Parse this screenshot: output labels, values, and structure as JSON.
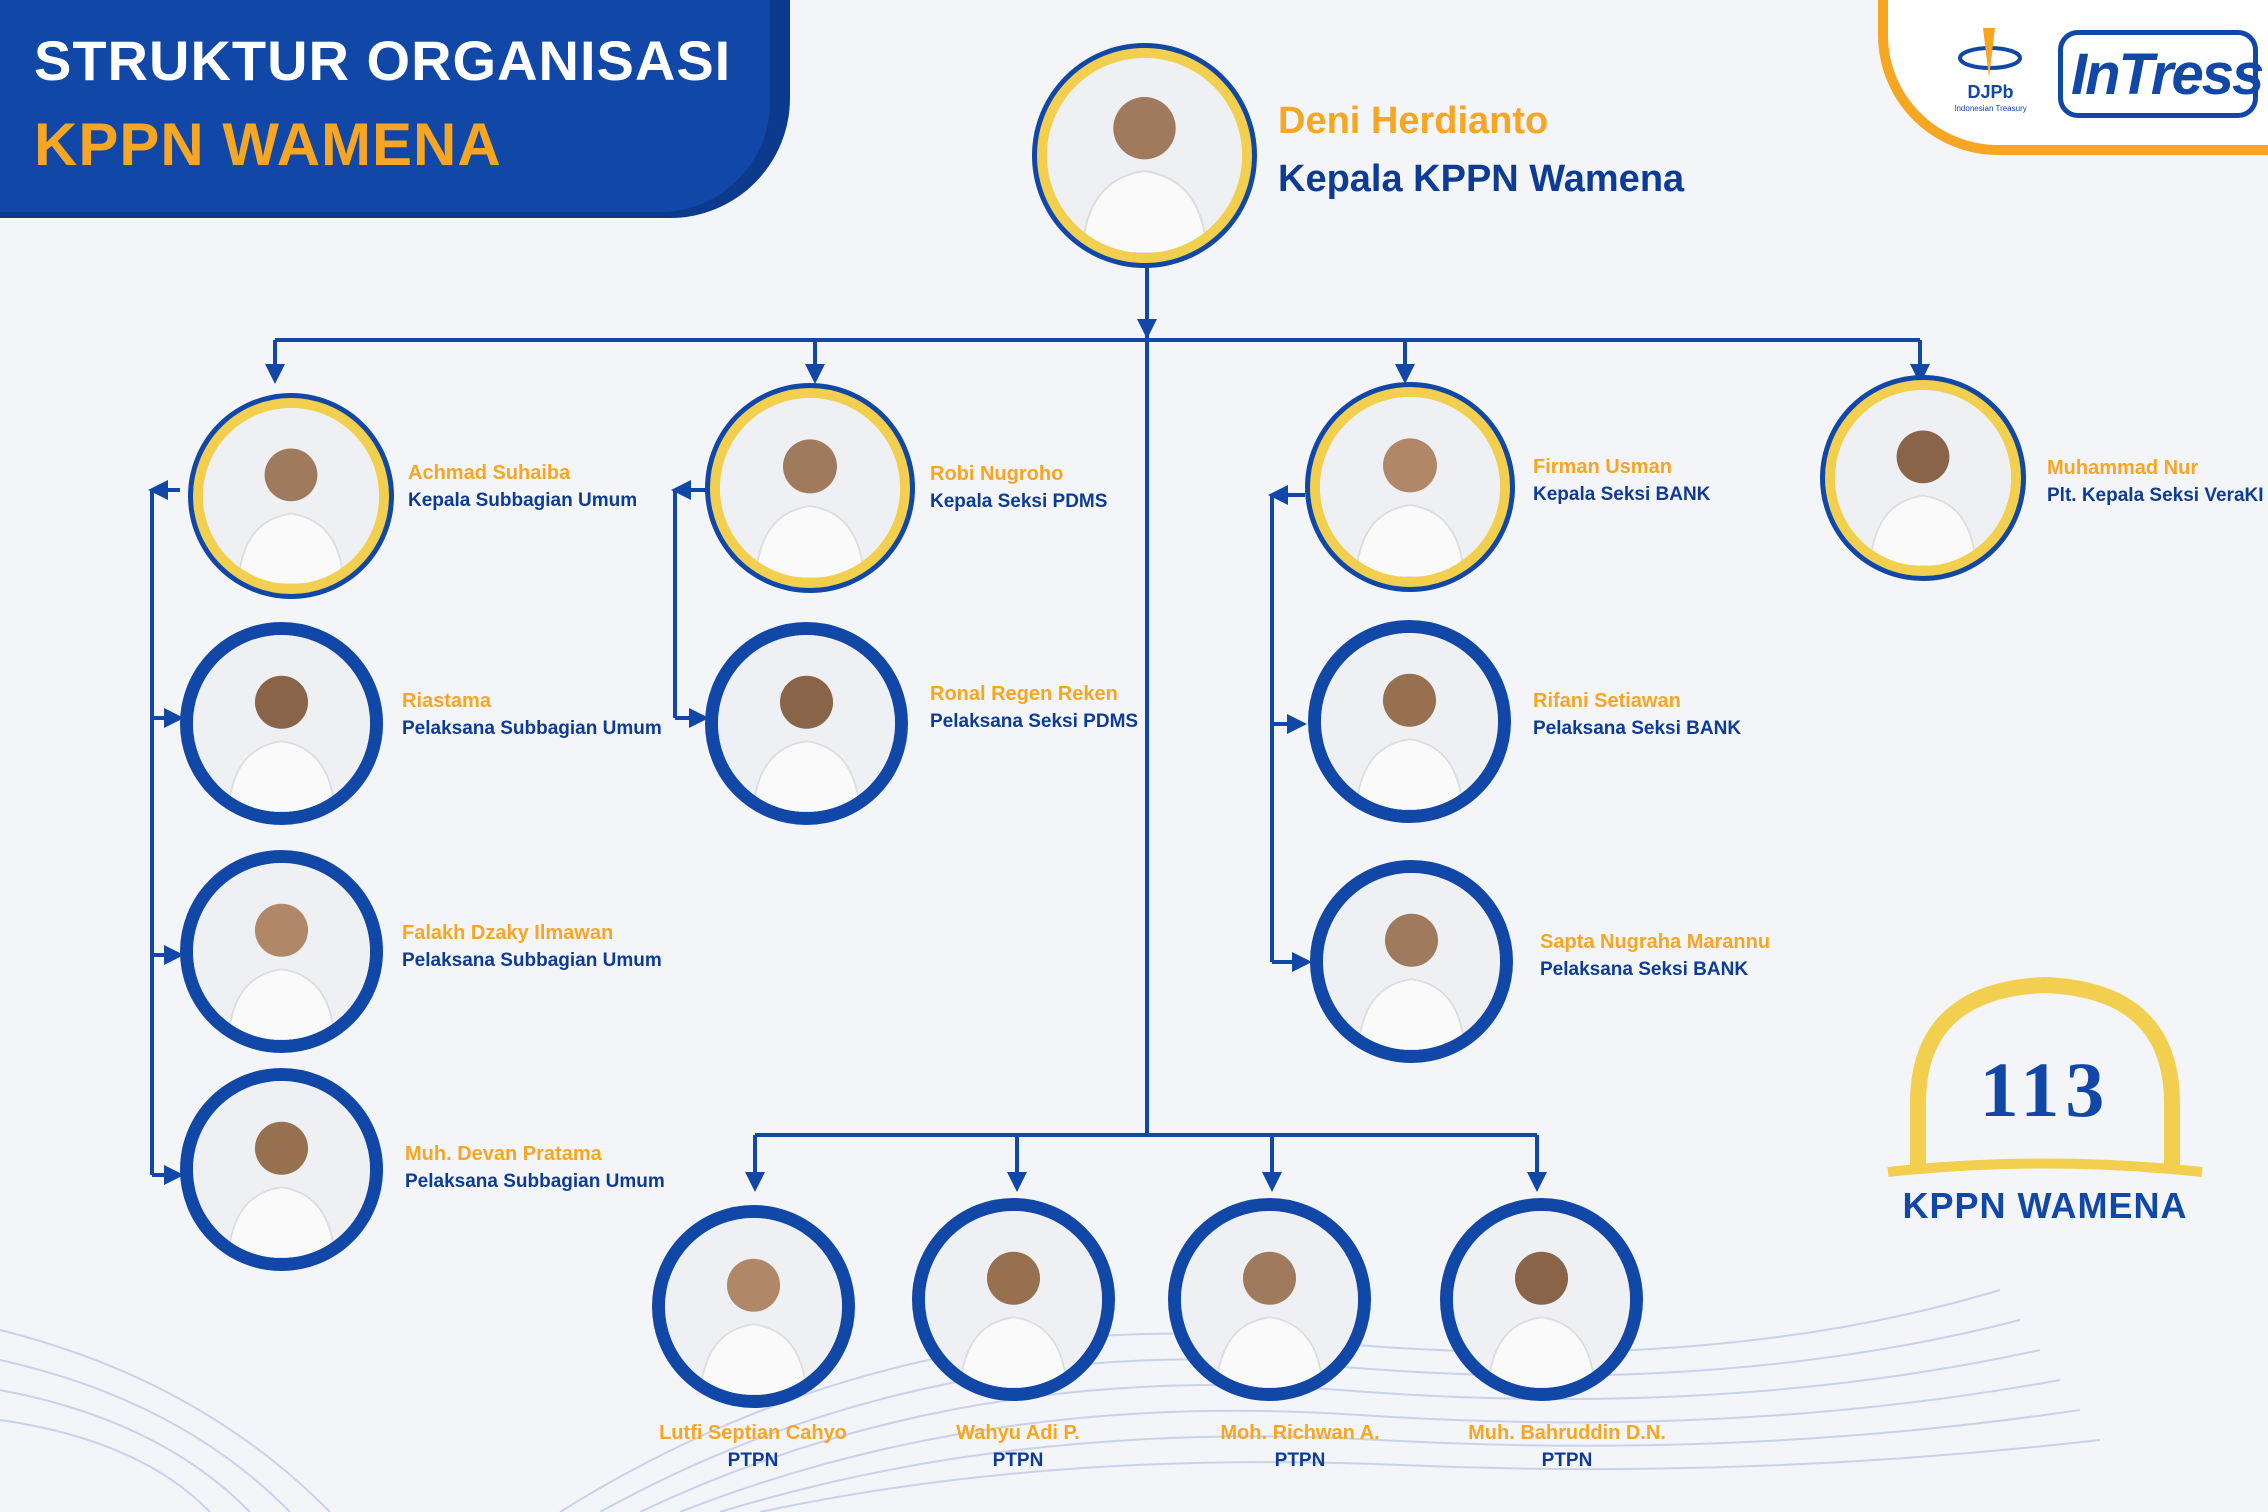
{
  "header": {
    "title_line1": "STRUKTUR ORGANISASI",
    "title_line2": "KPPN WAMENA"
  },
  "logos": {
    "djpb": "DJPb",
    "djpb_sub": "Indonesian Treasury",
    "intress": "InTress"
  },
  "head": {
    "name": "Deni Herdianto",
    "role": "Kepala KPPN Wamena"
  },
  "people": [
    {
      "name": "Achmad Suhaiba",
      "role": "Kepala Subbagian Umum"
    },
    {
      "name": "Riastama",
      "role": "Pelaksana Subbagian Umum"
    },
    {
      "name": "Falakh Dzaky Ilmawan",
      "role": "Pelaksana Subbagian Umum"
    },
    {
      "name": "Muh. Devan Pratama",
      "role": "Pelaksana Subbagian Umum"
    },
    {
      "name": "Robi Nugroho",
      "role": "Kepala Seksi PDMS"
    },
    {
      "name": "Ronal Regen Reken",
      "role": "Pelaksana Seksi PDMS"
    },
    {
      "name": "Firman Usman",
      "role": "Kepala Seksi BANK"
    },
    {
      "name": "Rifani Setiawan",
      "role": "Pelaksana Seksi BANK"
    },
    {
      "name": "Sapta Nugraha Marannu",
      "role": "Pelaksana Seksi BANK"
    },
    {
      "name": "Muhammad Nur",
      "role": "Plt. Kepala Seksi VeraKI"
    },
    {
      "name": "Lutfi Septian Cahyo",
      "role": "PTPN"
    },
    {
      "name": "Wahyu Adi P.",
      "role": "PTPN"
    },
    {
      "name": "Moh. Richwan A.",
      "role": "PTPN"
    },
    {
      "name": "Muh. Bahruddin D.N.",
      "role": "PTPN"
    }
  ],
  "badge": {
    "number": "113",
    "label": "KPPN WAMENA"
  },
  "colors": {
    "primary": "#1148a8",
    "accent": "#f6a623",
    "ring": "#f2cf4e"
  }
}
